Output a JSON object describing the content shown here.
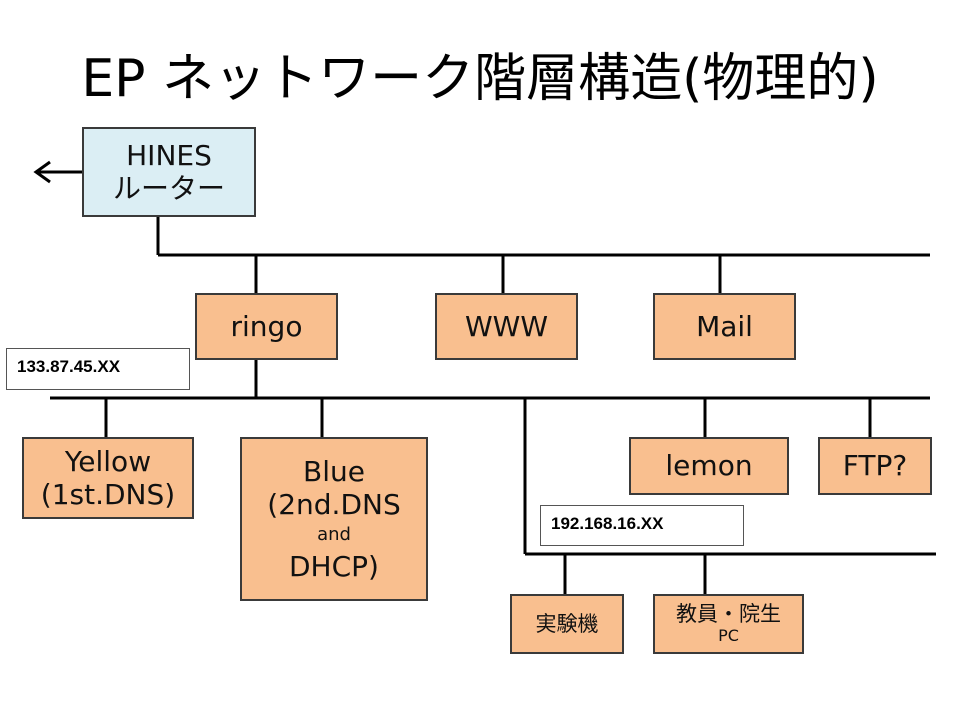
{
  "title": "EP ネットワーク階層構造(物理的)",
  "router": {
    "line1": "HINES",
    "line2": "ルーター"
  },
  "servers": {
    "ringo": "ringo",
    "www": "WWW",
    "mail": "Mail"
  },
  "subnet_labels": {
    "outer": "133.87.45.XX",
    "inner": "192.168.16.XX"
  },
  "hosts": {
    "yellow": {
      "line1": "Yellow",
      "line2": "(1st.DNS)"
    },
    "blue": {
      "line1": "Blue",
      "line2": "(2nd.DNS",
      "line3": "and",
      "line4": "DHCP)"
    },
    "lemon": "lemon",
    "ftp": "FTP?",
    "experiment": "実験機",
    "staff_pc": {
      "line1": "教員・院生",
      "line2": "PC"
    }
  },
  "colors": {
    "host_fill": "#f9bf8f",
    "router_fill": "#dbeef4",
    "line": "#000000"
  }
}
